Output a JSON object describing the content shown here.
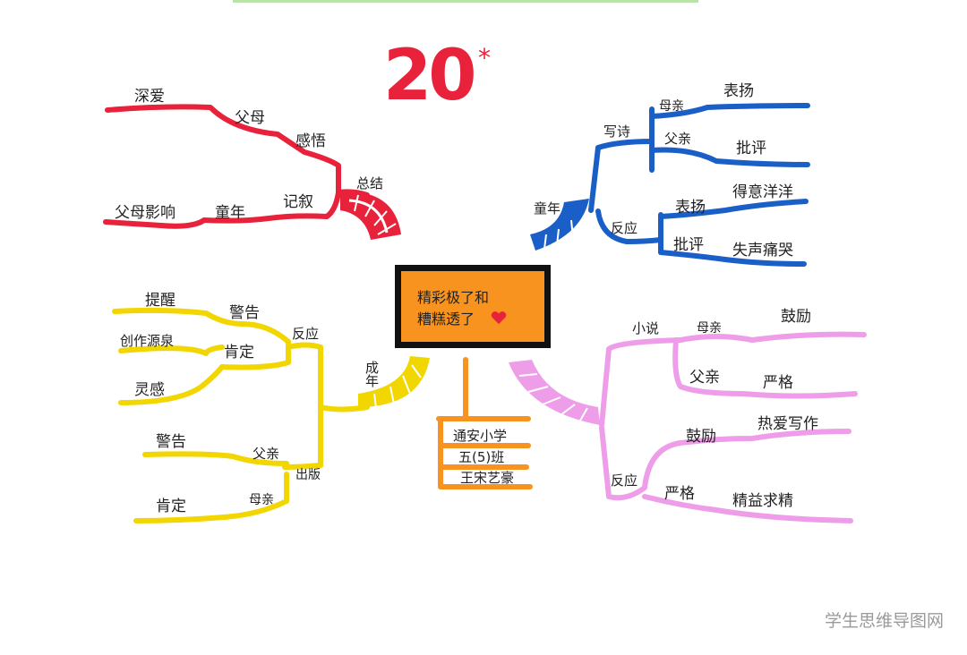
{
  "title": {
    "number": "20",
    "mark": "*"
  },
  "center": {
    "line1": "精彩极了和",
    "line2": "糟糕透了",
    "heart_color": "#e8223a"
  },
  "branches": {
    "red": {
      "color": "#e8223a",
      "root": "总结",
      "upper_mid": "感悟",
      "upper_sub": "父母",
      "upper_leaf": "深爱",
      "lower_mid": "记叙",
      "lower_sub": "童年",
      "lower_leaf": "父母影响"
    },
    "blue": {
      "color": "#1a5fc8",
      "root": "童年",
      "upper_mid": "写诗",
      "mother": "母亲",
      "mother_leaf": "表扬",
      "father": "父亲",
      "father_leaf": "批评",
      "lower_mid": "反应",
      "reaction1": "表扬",
      "reaction1_leaf": "得意洋洋",
      "reaction2": "批评",
      "reaction2_leaf": "失声痛哭"
    },
    "yellow": {
      "color": "#f2d600",
      "root": "成年",
      "upper_mid": "反应",
      "warn": "警告",
      "warn_leaf": "提醒",
      "affirm": "肯定",
      "affirm_leaf1": "创作源泉",
      "affirm_leaf2": "灵感",
      "lower_mid": "出版",
      "father": "父亲",
      "father_leaf": "警告",
      "mother": "母亲",
      "mother_leaf": "肯定"
    },
    "orange": {
      "color": "#f7931e",
      "items": [
        "通安小学",
        "五(5)班",
        "王宋艺豪"
      ]
    },
    "pink": {
      "color": "#ee9ee8",
      "upper_mid": "小说",
      "mother": "母亲",
      "mother_leaf": "鼓励",
      "father": "父亲",
      "father_leaf": "严格",
      "lower_mid": "反应",
      "encourage": "鼓励",
      "encourage_leaf": "热爱写作",
      "strict": "严格",
      "strict_leaf": "精益求精"
    }
  },
  "watermark": "学生思维导图网"
}
